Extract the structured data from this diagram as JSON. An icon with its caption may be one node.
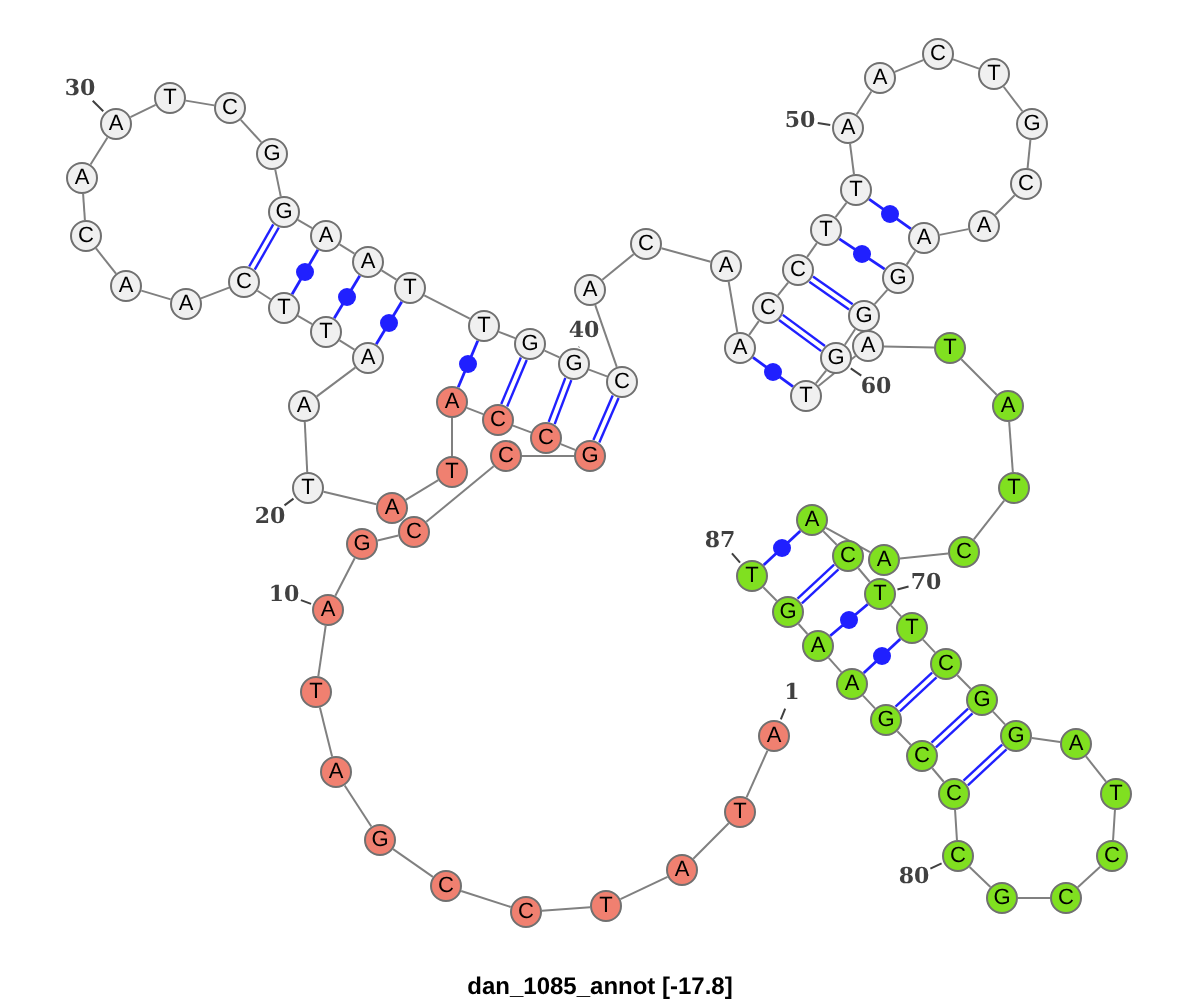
{
  "diagram": {
    "caption": "dan_1085_annot [-17.8]",
    "nodes": [
      {
        "text": [
          "A"
        ],
        "beside": [
          "1"
        ]
      },
      {
        "text": [
          "T"
        ]
      },
      {
        "text": [
          "A"
        ]
      },
      {
        "text": [
          "T"
        ]
      },
      {
        "text": [
          "C"
        ]
      },
      {
        "text": [
          "C"
        ]
      },
      {
        "text": [
          "G"
        ]
      },
      {
        "text": [
          "A"
        ]
      },
      {
        "text": [
          "T"
        ]
      },
      {
        "text": [
          "A"
        ],
        "beside": [
          "10"
        ]
      },
      {
        "text": [
          "G"
        ]
      },
      {
        "text": [
          "C"
        ]
      },
      {
        "text": [
          "C"
        ]
      },
      {
        "text": [
          "G"
        ]
      },
      {
        "text": [
          "C"
        ]
      },
      {
        "text": [
          "C"
        ]
      },
      {
        "text": [
          "A"
        ]
      },
      {
        "text": [
          "T"
        ]
      },
      {
        "text": [
          "A"
        ]
      },
      {
        "text": [
          "T"
        ],
        "beside": [
          "20"
        ]
      },
      {
        "text": [
          "A"
        ]
      },
      {
        "text": [
          "A"
        ]
      },
      {
        "text": [
          "T"
        ]
      },
      {
        "text": [
          "T"
        ]
      },
      {
        "text": [
          "C"
        ]
      },
      {
        "text": [
          "A"
        ]
      },
      {
        "text": [
          "A"
        ]
      },
      {
        "text": [
          "C"
        ]
      },
      {
        "text": [
          "A"
        ]
      },
      {
        "text": [
          "A"
        ],
        "beside": [
          "30"
        ]
      },
      {
        "text": [
          "T"
        ]
      },
      {
        "text": [
          "C"
        ]
      },
      {
        "text": [
          "G"
        ]
      },
      {
        "text": [
          "G"
        ]
      },
      {
        "text": [
          "A"
        ]
      },
      {
        "text": [
          "A"
        ]
      },
      {
        "text": [
          "T"
        ]
      },
      {
        "text": [
          "T"
        ]
      },
      {
        "text": [
          "G"
        ]
      },
      {
        "text": [
          "G"
        ],
        "beside": [
          "40"
        ]
      },
      {
        "text": [
          "C"
        ]
      },
      {
        "text": [
          "A"
        ]
      },
      {
        "text": [
          "C"
        ]
      },
      {
        "text": [
          "A"
        ]
      },
      {
        "text": [
          "A"
        ]
      },
      {
        "text": [
          "C"
        ]
      },
      {
        "text": [
          "C"
        ]
      },
      {
        "text": [
          "T"
        ]
      },
      {
        "text": [
          "T"
        ]
      },
      {
        "text": [
          "A"
        ],
        "beside": [
          "50"
        ]
      },
      {
        "text": [
          "A"
        ]
      },
      {
        "text": [
          "C"
        ]
      },
      {
        "text": [
          "T"
        ]
      },
      {
        "text": [
          "G"
        ]
      },
      {
        "text": [
          "C"
        ]
      },
      {
        "text": [
          "A"
        ]
      },
      {
        "text": [
          "A"
        ]
      },
      {
        "text": [
          "G"
        ]
      },
      {
        "text": [
          "G"
        ]
      },
      {
        "text": [
          "G"
        ],
        "beside": [
          "60"
        ]
      },
      {
        "text": [
          "T"
        ]
      },
      {
        "text": [
          "A"
        ]
      },
      {
        "text": [
          "T"
        ]
      },
      {
        "text": [
          "A"
        ]
      },
      {
        "text": [
          "T"
        ]
      },
      {
        "text": [
          "C"
        ]
      },
      {
        "text": [
          "A"
        ]
      },
      {
        "text": [
          "A"
        ]
      },
      {
        "text": [
          "C"
        ]
      },
      {
        "text": [
          "T"
        ],
        "beside": [
          "70"
        ]
      },
      {
        "text": [
          "T"
        ]
      },
      {
        "text": [
          "C"
        ]
      },
      {
        "text": [
          "G"
        ]
      },
      {
        "text": [
          "G"
        ]
      },
      {
        "text": [
          "A"
        ]
      },
      {
        "text": [
          "T"
        ]
      },
      {
        "text": [
          "C"
        ]
      },
      {
        "text": [
          "C"
        ]
      },
      {
        "text": [
          "G"
        ]
      },
      {
        "text": [
          "C"
        ],
        "beside": [
          "80"
        ]
      },
      {
        "text": [
          "C"
        ]
      },
      {
        "text": [
          "C"
        ]
      },
      {
        "text": [
          "G"
        ]
      },
      {
        "text": [
          "A"
        ]
      },
      {
        "text": [
          "A"
        ]
      },
      {
        "text": [
          "G"
        ]
      },
      {
        "text": [
          "T"
        ],
        "beside": [
          "87"
        ]
      }
    ],
    "edges": [
      {
        "from": 0,
        "to": 1,
        "arrow": "none"
      },
      {
        "from": 1,
        "to": 2,
        "arrow": "none"
      },
      {
        "from": 2,
        "to": 3,
        "arrow": "none"
      },
      {
        "from": 3,
        "to": 4,
        "arrow": "none"
      },
      {
        "from": 4,
        "to": 5,
        "arrow": "none"
      },
      {
        "from": 5,
        "to": 6,
        "arrow": "none"
      },
      {
        "from": 6,
        "to": 7,
        "arrow": "none"
      },
      {
        "from": 7,
        "to": 8,
        "arrow": "none"
      },
      {
        "from": 8,
        "to": 9,
        "arrow": "none"
      },
      {
        "from": 9,
        "to": 10,
        "arrow": "none"
      },
      {
        "from": 10,
        "to": 11,
        "arrow": "none"
      },
      {
        "from": 11,
        "to": 12,
        "arrow": "none"
      },
      {
        "from": 12,
        "to": 13,
        "arrow": "none"
      },
      {
        "from": 13,
        "to": 14,
        "arrow": "none"
      },
      {
        "from": 14,
        "to": 15,
        "arrow": "none"
      },
      {
        "from": 15,
        "to": 16,
        "arrow": "none"
      },
      {
        "from": 16,
        "to": 17,
        "arrow": "none"
      },
      {
        "from": 17,
        "to": 18,
        "arrow": "none"
      },
      {
        "from": 18,
        "to": 19,
        "arrow": "none"
      },
      {
        "from": 19,
        "to": 20,
        "arrow": "none"
      },
      {
        "from": 20,
        "to": 21,
        "arrow": "none"
      },
      {
        "from": 21,
        "to": 22,
        "arrow": "none"
      },
      {
        "from": 22,
        "to": 23,
        "arrow": "none"
      },
      {
        "from": 23,
        "to": 24,
        "arrow": "none"
      },
      {
        "from": 24,
        "to": 25,
        "arrow": "none"
      },
      {
        "from": 25,
        "to": 26,
        "arrow": "none"
      },
      {
        "from": 26,
        "to": 27,
        "arrow": "none"
      },
      {
        "from": 27,
        "to": 28,
        "arrow": "none"
      },
      {
        "from": 28,
        "to": 29,
        "arrow": "none"
      },
      {
        "from": 29,
        "to": 30,
        "arrow": "none"
      },
      {
        "from": 30,
        "to": 31,
        "arrow": "none"
      },
      {
        "from": 31,
        "to": 32,
        "arrow": "none"
      },
      {
        "from": 32,
        "to": 33,
        "arrow": "none"
      },
      {
        "from": 33,
        "to": 34,
        "arrow": "none"
      },
      {
        "from": 34,
        "to": 35,
        "arrow": "none"
      },
      {
        "from": 35,
        "to": 36,
        "arrow": "none"
      },
      {
        "from": 36,
        "to": 37,
        "arrow": "none"
      },
      {
        "from": 37,
        "to": 38,
        "arrow": "none"
      },
      {
        "from": 38,
        "to": 39,
        "arrow": "none"
      },
      {
        "from": 39,
        "to": 40,
        "arrow": "none"
      },
      {
        "from": 40,
        "to": 41,
        "arrow": "none"
      },
      {
        "from": 41,
        "to": 42,
        "arrow": "none"
      },
      {
        "from": 42,
        "to": 43,
        "arrow": "none"
      },
      {
        "from": 43,
        "to": 44,
        "arrow": "none"
      },
      {
        "from": 44,
        "to": 45,
        "arrow": "none"
      },
      {
        "from": 45,
        "to": 46,
        "arrow": "none"
      },
      {
        "from": 46,
        "to": 47,
        "arrow": "none"
      },
      {
        "from": 47,
        "to": 48,
        "arrow": "none"
      },
      {
        "from": 48,
        "to": 49,
        "arrow": "none"
      },
      {
        "from": 49,
        "to": 50,
        "arrow": "none"
      },
      {
        "from": 50,
        "to": 51,
        "arrow": "none"
      },
      {
        "from": 51,
        "to": 52,
        "arrow": "none"
      },
      {
        "from": 52,
        "to": 53,
        "arrow": "none"
      },
      {
        "from": 53,
        "to": 54,
        "arrow": "none"
      },
      {
        "from": 54,
        "to": 55,
        "arrow": "none"
      },
      {
        "from": 55,
        "to": 56,
        "arrow": "none"
      },
      {
        "from": 56,
        "to": 57,
        "arrow": "none"
      },
      {
        "from": 57,
        "to": 58,
        "arrow": "none"
      },
      {
        "from": 58,
        "to": 59,
        "arrow": "none"
      },
      {
        "from": 59,
        "to": 60,
        "arrow": "none"
      },
      {
        "from": 60,
        "to": 61,
        "arrow": "none"
      },
      {
        "from": 61,
        "to": 62,
        "arrow": "none"
      },
      {
        "from": 62,
        "to": 63,
        "arrow": "none"
      },
      {
        "from": 63,
        "to": 64,
        "arrow": "none"
      },
      {
        "from": 64,
        "to": 65,
        "arrow": "none"
      },
      {
        "from": 65,
        "to": 66,
        "arrow": "none"
      },
      {
        "from": 66,
        "to": 67,
        "arrow": "none"
      },
      {
        "from": 67,
        "to": 68,
        "arrow": "none"
      },
      {
        "from": 68,
        "to": 69,
        "arrow": "none"
      },
      {
        "from": 69,
        "to": 70,
        "arrow": "none"
      },
      {
        "from": 70,
        "to": 71,
        "arrow": "none"
      },
      {
        "from": 71,
        "to": 72,
        "arrow": "none"
      },
      {
        "from": 72,
        "to": 73,
        "arrow": "none"
      },
      {
        "from": 73,
        "to": 74,
        "arrow": "none"
      },
      {
        "from": 74,
        "to": 75,
        "arrow": "none"
      },
      {
        "from": 75,
        "to": 76,
        "arrow": "none"
      },
      {
        "from": 76,
        "to": 77,
        "arrow": "none"
      },
      {
        "from": 77,
        "to": 78,
        "arrow": "none"
      },
      {
        "from": 78,
        "to": 79,
        "arrow": "none"
      },
      {
        "from": 79,
        "to": 80,
        "arrow": "none"
      },
      {
        "from": 80,
        "to": 81,
        "arrow": "none"
      },
      {
        "from": 81,
        "to": 82,
        "arrow": "none"
      },
      {
        "from": 82,
        "to": 83,
        "arrow": "none"
      },
      {
        "from": 83,
        "to": 84,
        "arrow": "none"
      },
      {
        "from": 84,
        "to": 85,
        "arrow": "none"
      },
      {
        "from": 85,
        "to": 86,
        "arrow": "none"
      },
      {
        "from": 16,
        "to": 37,
        "arrow": "none",
        "color": "#2020ff"
      },
      {
        "from": 15,
        "to": 38,
        "arrow": "none",
        "color": "#2020ff"
      },
      {
        "from": 14,
        "to": 39,
        "arrow": "none",
        "color": "#2020ff"
      },
      {
        "from": 13,
        "to": 40,
        "arrow": "none",
        "color": "#2020ff"
      },
      {
        "from": 21,
        "to": 36,
        "arrow": "none",
        "color": "#2020ff"
      },
      {
        "from": 22,
        "to": 35,
        "arrow": "none",
        "color": "#2020ff"
      },
      {
        "from": 23,
        "to": 34,
        "arrow": "none",
        "color": "#2020ff"
      },
      {
        "from": 24,
        "to": 33,
        "arrow": "none",
        "color": "#2020ff"
      },
      {
        "from": 44,
        "to": 60,
        "arrow": "none",
        "color": "#2020ff"
      },
      {
        "from": 45,
        "to": 59,
        "arrow": "none",
        "color": "#2020ff"
      },
      {
        "from": 46,
        "to": 58,
        "arrow": "none",
        "color": "#2020ff"
      },
      {
        "from": 47,
        "to": 57,
        "arrow": "none",
        "color": "#2020ff"
      },
      {
        "from": 48,
        "to": 56,
        "arrow": "none",
        "color": "#2020ff"
      },
      {
        "from": 67,
        "to": 86,
        "arrow": "none",
        "color": "#2020ff"
      },
      {
        "from": 68,
        "to": 85,
        "arrow": "none",
        "color": "#2020ff"
      },
      {
        "from": 69,
        "to": 84,
        "arrow": "none",
        "color": "#2020ff"
      },
      {
        "from": 70,
        "to": 83,
        "arrow": "none",
        "color": "#2020ff"
      },
      {
        "from": 71,
        "to": 82,
        "arrow": "none",
        "color": "#2020ff"
      },
      {
        "from": 72,
        "to": 81,
        "arrow": "none",
        "color": "#2020ff"
      },
      {
        "from": 73,
        "to": 80,
        "arrow": "none",
        "color": "#2020ff"
      }
    ]
  }
}
